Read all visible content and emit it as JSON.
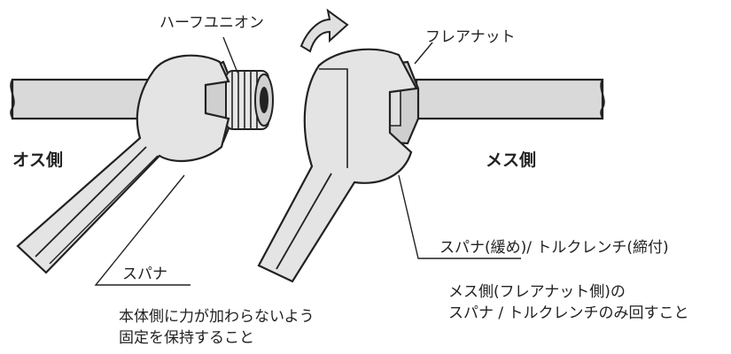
{
  "labels": {
    "half_union": "ハーフユニオン",
    "flare_nut": "フレアナット",
    "male_side": "オス側",
    "female_side": "メス側",
    "spanner_left": "スパナ",
    "spanner_right": "スパナ(緩め)/ トルクレンチ(締付)"
  },
  "notes": {
    "left_line1": "本体側に力が加わらないよう",
    "left_line2": "固定を保持すること",
    "right_line1": "メス側(フレアナット側)の",
    "right_line2": "スパナ / トルクレンチのみ回すこと"
  },
  "colors": {
    "line": "#222222",
    "pipe_fill": "#d9d9d9",
    "tool_fill": "#e4e4e4",
    "arrow_fill": "#e0e0e0"
  }
}
